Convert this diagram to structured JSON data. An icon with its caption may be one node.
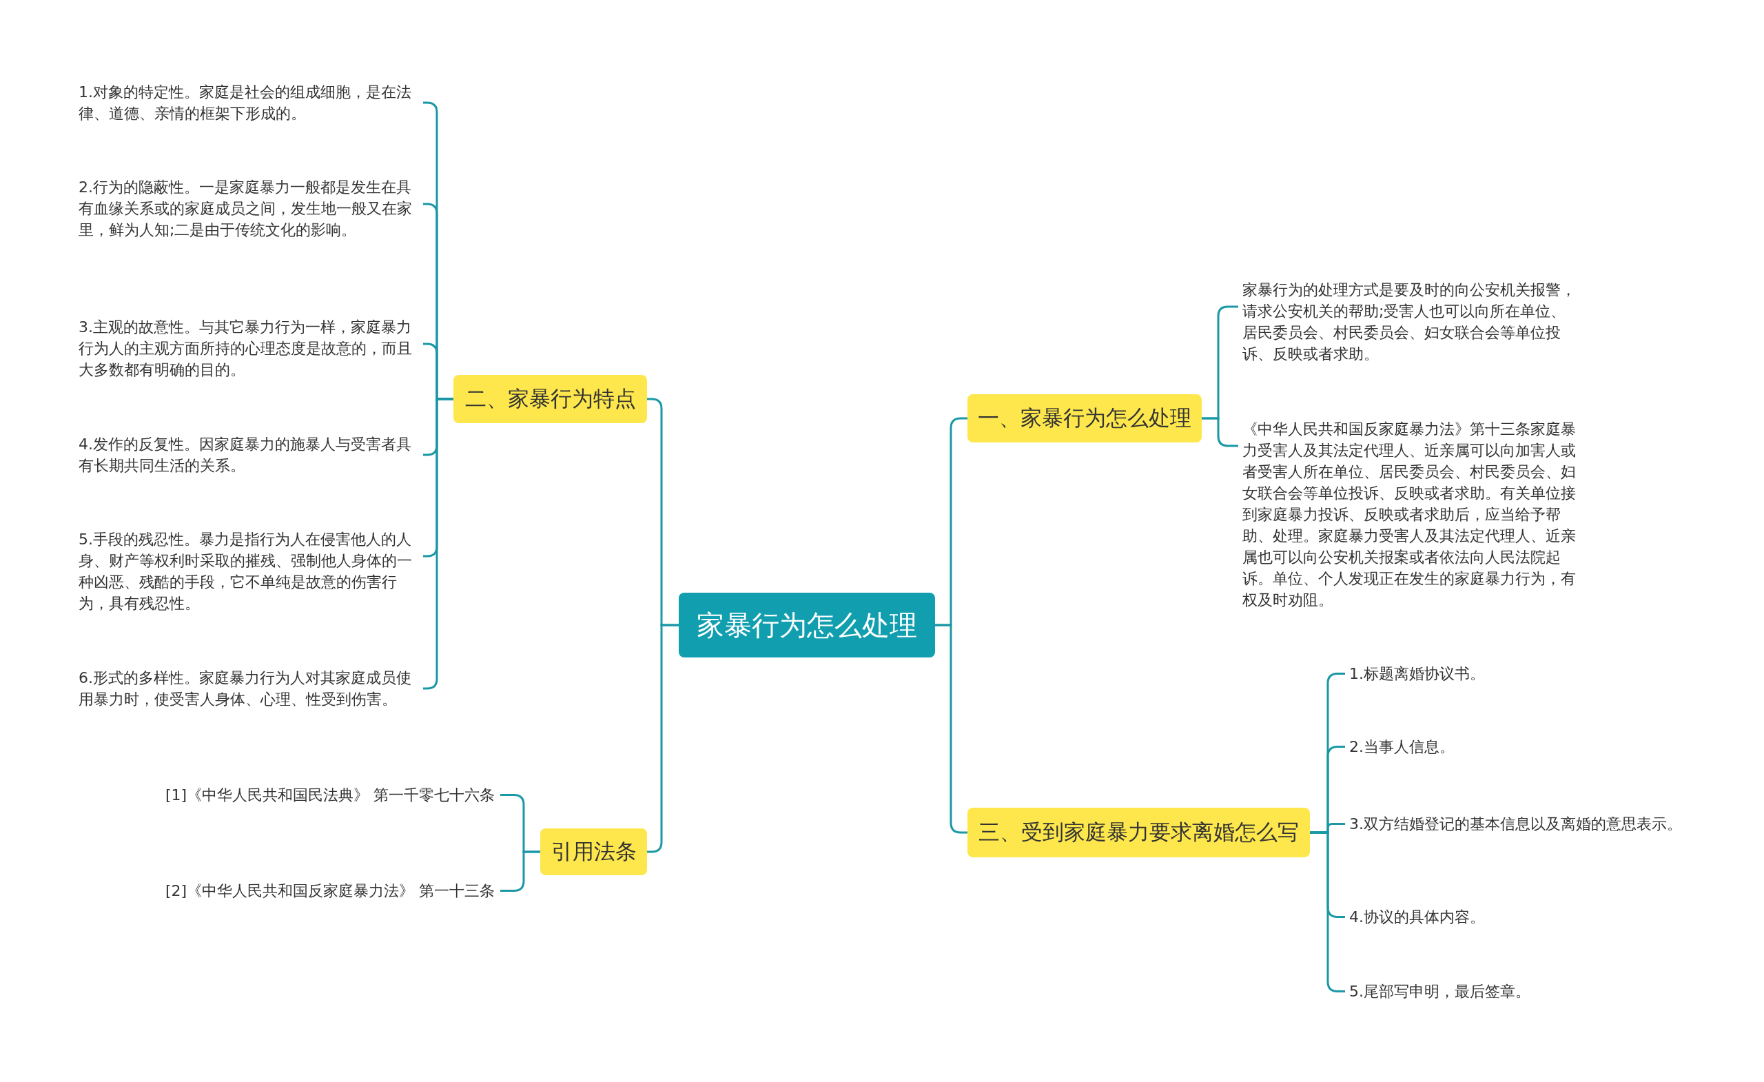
{
  "diagram": {
    "nodes": [
      {
        "text": [
          "家暴行为怎么处理"
        ]
      },
      {
        "text": [
          "一、家暴行为怎么处理"
        ]
      },
      {
        "text": [
          "家暴行为的处理方式是要及时的向公安机关报警，请求公安机关的帮助;受害人也可以向所在单位、居民委员会、村民委员会、妇女联合会等单位投诉、反映或者求助。"
        ]
      },
      {
        "text": [
          "《中华人民共和国反家庭暴力法》第十三条家庭暴力受害人及其法定代理人、近亲属可以向加害人或者受害人所在单位、居民委员会、村民委员会、妇女联合会等单位投诉、反映或者求助。有关单位接到家庭暴力投诉、反映或者求助后，应当给予帮助、处理。家庭暴力受害人及其法定代理人、近亲属也可以向公安机关报案或者依法向人民法院起诉。单位、个人发现正在发生的家庭暴力行为，有权及时劝阻。"
        ]
      },
      {
        "text": [
          "三、受到家庭暴力要求离婚怎么写"
        ]
      },
      {
        "text": [
          "1.标题离婚协议书。"
        ]
      },
      {
        "text": [
          "2.当事人信息。"
        ]
      },
      {
        "text": [
          "3.双方结婚登记的基本信息以及离婚的意思表示。"
        ]
      },
      {
        "text": [
          "4.协议的具体内容。"
        ]
      },
      {
        "text": [
          "5.尾部写申明，最后签章。"
        ]
      },
      {
        "text": [
          "二、家暴行为特点"
        ]
      },
      {
        "text": [
          "1.对象的特定性。家庭是社会的组成细胞，是在法律、道德、亲情的框架下形成的。"
        ]
      },
      {
        "text": [
          "2.行为的隐蔽性。一是家庭暴力一般都是发生在具有血缘关系或的家庭成员之间，发生地一般又在家里，鲜为人知;二是由于传统文化的影响。"
        ]
      },
      {
        "text": [
          "3.主观的故意性。与其它暴力行为一样，家庭暴力行为人的主观方面所持的心理态度是故意的，而且大多数都有明确的目的。"
        ]
      },
      {
        "text": [
          "4.发作的反复性。因家庭暴力的施暴人与受害者具有长期共同生活的关系。"
        ]
      },
      {
        "text": [
          "5.手段的残忍性。暴力是指行为人在侵害他人的人身、财产等权利时采取的摧残、强制他人身体的一种凶恶、残酷的手段，它不单纯是故意的伤害行为，具有残忍性。"
        ]
      },
      {
        "text": [
          "6.形式的多样性。家庭暴力行为人对其家庭成员使用暴力时，使受害人身体、心理、性受到伤害。"
        ]
      },
      {
        "text": [
          "引用法条"
        ]
      },
      {
        "text": [
          "[1]《中华人民共和国民法典》 第一千零七十六条"
        ]
      },
      {
        "text": [
          "[2]《中华人民共和国反家庭暴力法》 第一十三条"
        ]
      }
    ],
    "edges": [
      {
        "from": 0,
        "to": 1,
        "arrow": "none"
      },
      {
        "from": 1,
        "to": 2,
        "arrow": "none"
      },
      {
        "from": 1,
        "to": 3,
        "arrow": "none"
      },
      {
        "from": 0,
        "to": 4,
        "arrow": "none"
      },
      {
        "from": 4,
        "to": 5,
        "arrow": "none"
      },
      {
        "from": 4,
        "to": 6,
        "arrow": "none"
      },
      {
        "from": 4,
        "to": 7,
        "arrow": "none"
      },
      {
        "from": 4,
        "to": 8,
        "arrow": "none"
      },
      {
        "from": 4,
        "to": 9,
        "arrow": "none"
      },
      {
        "from": 0,
        "to": 10,
        "arrow": "none"
      },
      {
        "from": 10,
        "to": 11,
        "arrow": "none"
      },
      {
        "from": 10,
        "to": 12,
        "arrow": "none"
      },
      {
        "from": 10,
        "to": 13,
        "arrow": "none"
      },
      {
        "from": 10,
        "to": 14,
        "arrow": "none"
      },
      {
        "from": 10,
        "to": 15,
        "arrow": "none"
      },
      {
        "from": 10,
        "to": 16,
        "arrow": "none"
      },
      {
        "from": 0,
        "to": 17,
        "arrow": "none"
      },
      {
        "from": 17,
        "to": 18,
        "arrow": "none"
      },
      {
        "from": 17,
        "to": 19,
        "arrow": "none"
      }
    ]
  }
}
